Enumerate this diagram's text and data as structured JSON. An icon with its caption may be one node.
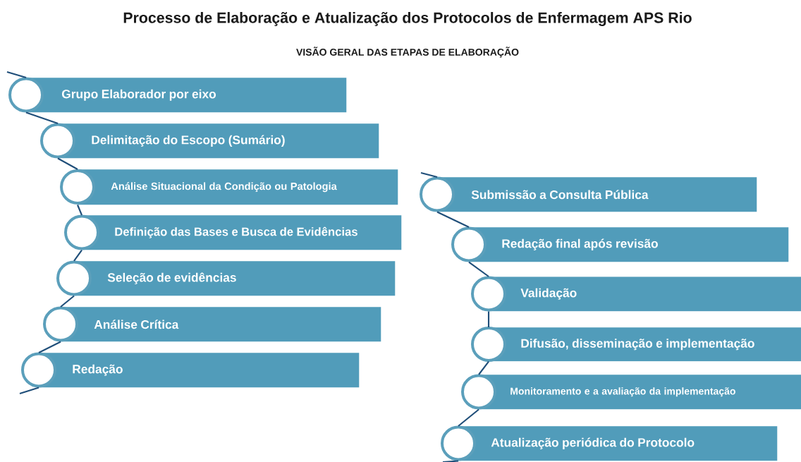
{
  "diagram": {
    "title": "Processo de Elaboração e Atualização dos Protocolos de Enfermagem APS Rio",
    "labels": [
      "VISÃO GERAL DAS ETAPAS DE ELABORAÇÃO"
    ],
    "nodes": [
      {
        "text": [
          "Grupo Elaborador por eixo"
        ]
      },
      {
        "text": [
          "Delimitação do Escopo (Sumário)"
        ]
      },
      {
        "text": [
          "Análise Situacional da Condição ou Patologia"
        ]
      },
      {
        "text": [
          "Definição das Bases e Busca de Evidências"
        ]
      },
      {
        "text": [
          "Seleção de evidências"
        ]
      },
      {
        "text": [
          "Análise Crítica"
        ]
      },
      {
        "text": [
          "Redação"
        ]
      },
      {
        "text": [
          "Submissão a Consulta Pública"
        ]
      },
      {
        "text": [
          "Redação final após revisão"
        ]
      },
      {
        "text": [
          "Validação"
        ]
      },
      {
        "text": [
          "Difusão, disseminação e implementação"
        ]
      },
      {
        "text": [
          "Monitoramento e a avaliação da implementação"
        ]
      },
      {
        "text": [
          "Atualização periódica do Protocolo"
        ]
      }
    ],
    "edges": [
      {
        "from": null,
        "to": 0,
        "arrow": "none"
      },
      {
        "from": 0,
        "to": 1,
        "arrow": "none"
      },
      {
        "from": 1,
        "to": 2,
        "arrow": "none"
      },
      {
        "from": 2,
        "to": 3,
        "arrow": "none"
      },
      {
        "from": 3,
        "to": 4,
        "arrow": "none"
      },
      {
        "from": 4,
        "to": 5,
        "arrow": "none"
      },
      {
        "from": 5,
        "to": 6,
        "arrow": "none"
      },
      {
        "from": 6,
        "to": null,
        "arrow": "none"
      },
      {
        "from": null,
        "to": 7,
        "arrow": "none"
      },
      {
        "from": 7,
        "to": 8,
        "arrow": "none"
      },
      {
        "from": 8,
        "to": 9,
        "arrow": "none"
      },
      {
        "from": 9,
        "to": 10,
        "arrow": "none"
      },
      {
        "from": 10,
        "to": 11,
        "arrow": "none"
      },
      {
        "from": 11,
        "to": 12,
        "arrow": "none"
      },
      {
        "from": 12,
        "to": null,
        "arrow": "none"
      }
    ]
  }
}
